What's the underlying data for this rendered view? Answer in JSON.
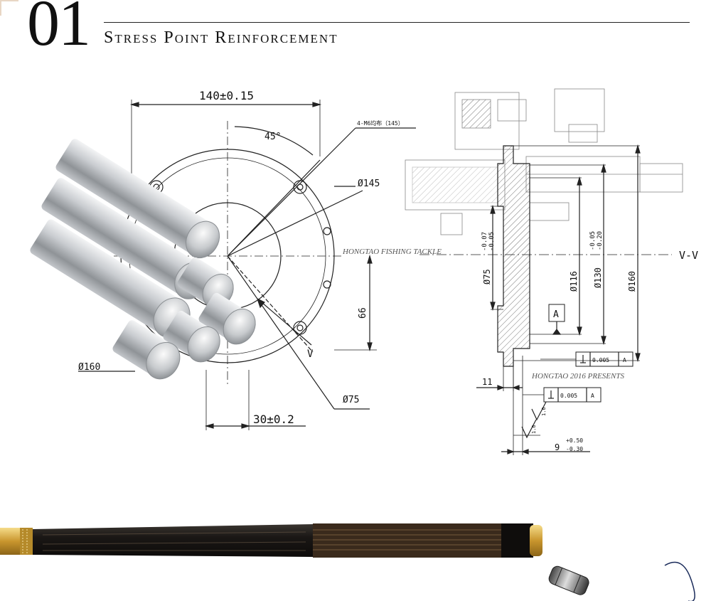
{
  "heading": {
    "number": "01",
    "title": "Stress Point Reinforcement"
  },
  "drawing_left": {
    "width_dim": "140±0.15",
    "angle": "45°",
    "hole_note": "4-M6均布（145）",
    "dia_145": "Ø145",
    "dia_160": "Ø160",
    "dia_75": "Ø75",
    "height_dim": "66",
    "bottom_dim": "30±0.2",
    "view_mark": "V"
  },
  "drawing_right": {
    "section": "V-V",
    "dia_75": "Ø75",
    "tol_75_top": "-0.07",
    "tol_75_bottom": "-0.05",
    "dia_116": "Ø116",
    "dia_130": "Ø130",
    "tol_130_top": "-0.05",
    "tol_130_bottom": "-0.20",
    "dia_160": "Ø160",
    "datum": "A",
    "gdt_1_value": "0.005",
    "gdt_1_datum": "A",
    "gdt_2_value": "0.005",
    "gdt_2_datum": "A",
    "dim_11": "11",
    "dim_9": "9",
    "tol_9_top": "+0.50",
    "tol_9_bottom": "-0.30",
    "roughness_1": "1.6",
    "roughness_2": "1.6"
  },
  "watermarks": {
    "left": "HONGTAO FISHING TACKLE",
    "right": "HONGTAO 2016 PRESENTS"
  },
  "colors": {
    "line": "#222222",
    "steel_light": "#e6e8ea",
    "steel_dark": "#7d8185",
    "rod_carbon": "#1d1a17",
    "rod_gold": "#d8b04a"
  }
}
